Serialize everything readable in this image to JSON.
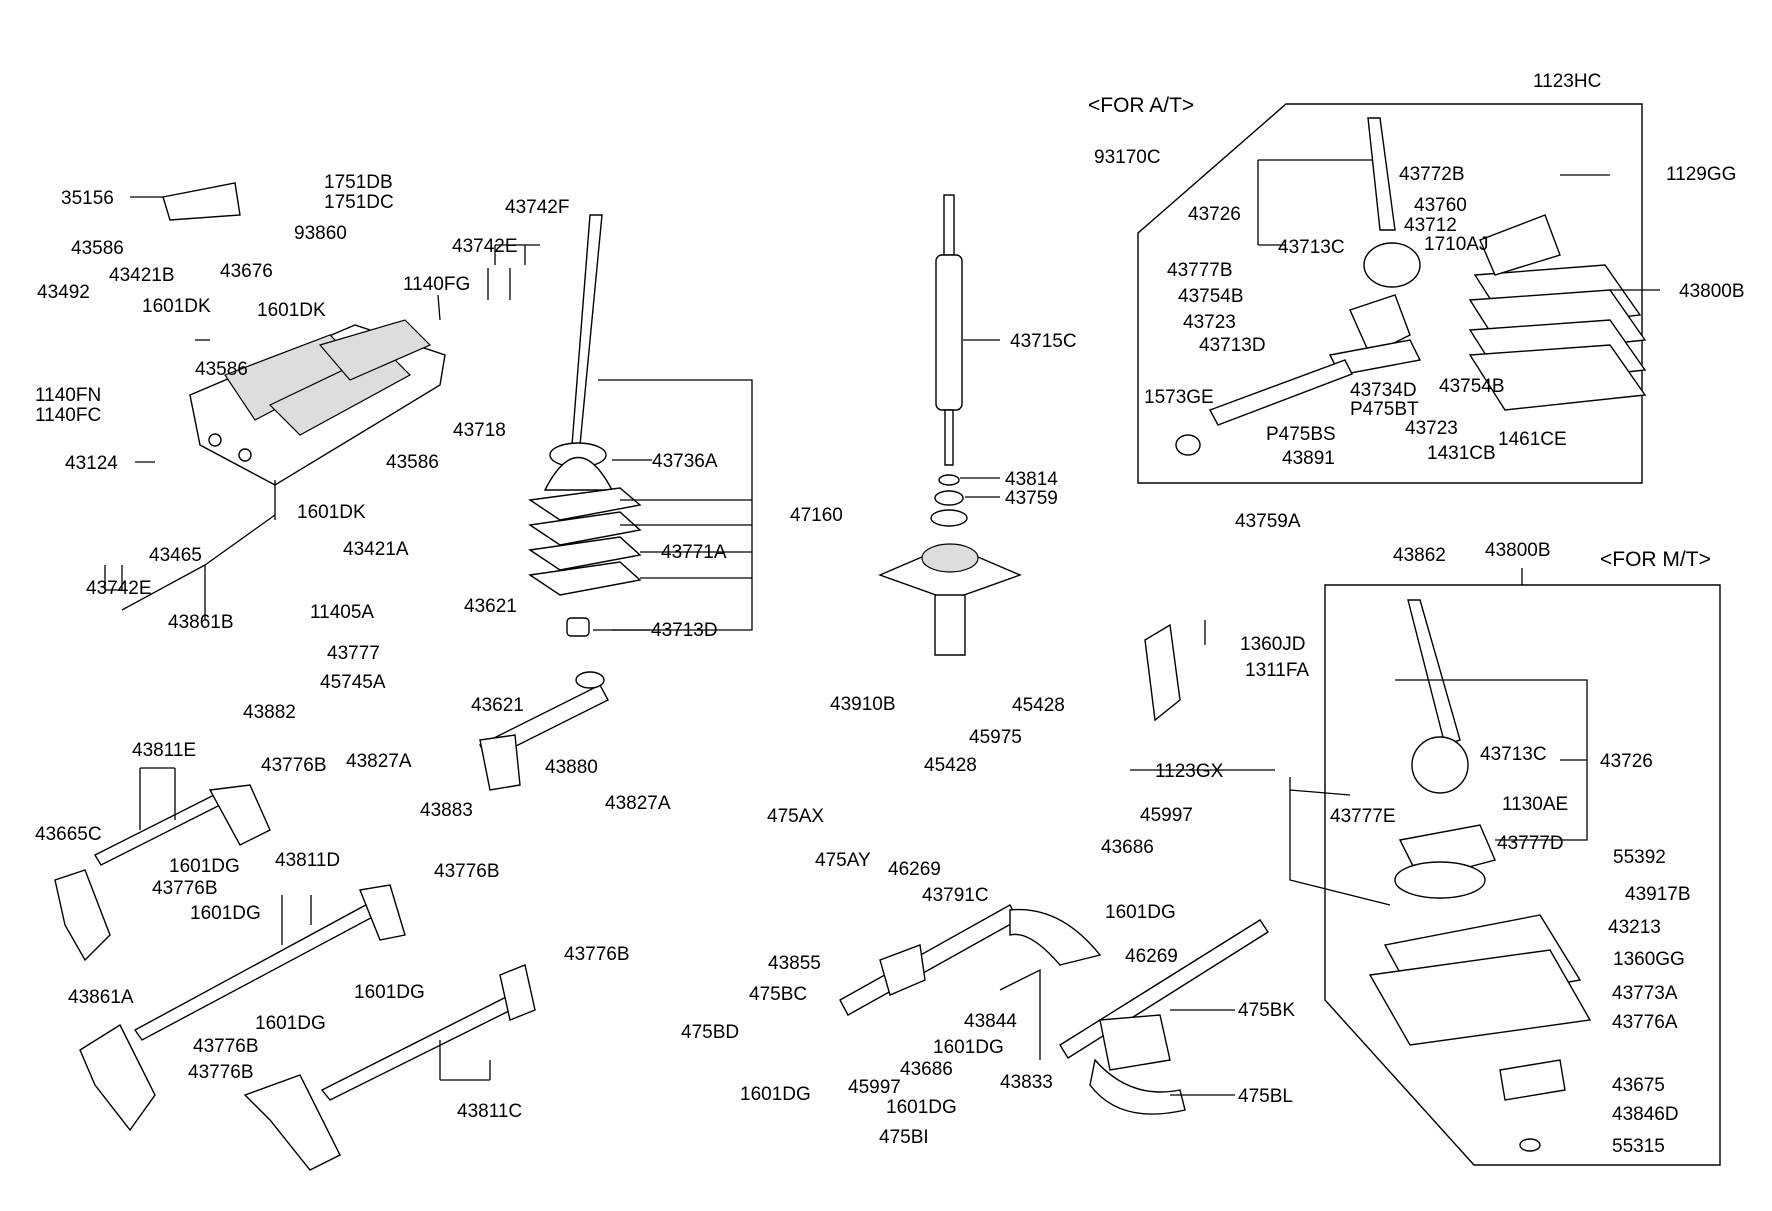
{
  "sections": {
    "at": "<FOR  A/T>",
    "mt": "<FOR M/T>"
  },
  "labels": [
    {
      "id": "l01",
      "text": "35156"
    },
    {
      "id": "l02",
      "text": "1751DB"
    },
    {
      "id": "l03",
      "text": "1751DC"
    },
    {
      "id": "l04",
      "text": "93860"
    },
    {
      "id": "l05",
      "text": "43742F"
    },
    {
      "id": "l06",
      "text": "43742E"
    },
    {
      "id": "l07",
      "text": "43586"
    },
    {
      "id": "l08",
      "text": "43421B"
    },
    {
      "id": "l09",
      "text": "43676"
    },
    {
      "id": "l10",
      "text": "43492"
    },
    {
      "id": "l11",
      "text": "1601DK"
    },
    {
      "id": "l12",
      "text": "1601DK"
    },
    {
      "id": "l13",
      "text": "1140FG"
    },
    {
      "id": "l14",
      "text": "43586"
    },
    {
      "id": "l15",
      "text": "1140FN"
    },
    {
      "id": "l16",
      "text": "1140FC"
    },
    {
      "id": "l17",
      "text": "43124"
    },
    {
      "id": "l18",
      "text": "43586"
    },
    {
      "id": "l19",
      "text": "1601DK"
    },
    {
      "id": "l20",
      "text": "43421A"
    },
    {
      "id": "l21",
      "text": "43465"
    },
    {
      "id": "l22",
      "text": "43742E"
    },
    {
      "id": "l23",
      "text": "43861B"
    },
    {
      "id": "l24",
      "text": "43718"
    },
    {
      "id": "l25",
      "text": "43736A"
    },
    {
      "id": "l26",
      "text": "47160"
    },
    {
      "id": "l27",
      "text": "43771A"
    },
    {
      "id": "l28",
      "text": "43713D"
    },
    {
      "id": "l29",
      "text": "11405A"
    },
    {
      "id": "l30",
      "text": "43621"
    },
    {
      "id": "l31",
      "text": "43777"
    },
    {
      "id": "l32",
      "text": "45745A"
    },
    {
      "id": "l33",
      "text": "43621"
    },
    {
      "id": "l34",
      "text": "43882"
    },
    {
      "id": "l35",
      "text": "43827A"
    },
    {
      "id": "l36",
      "text": "43880"
    },
    {
      "id": "l37",
      "text": "43883"
    },
    {
      "id": "l38",
      "text": "43827A"
    },
    {
      "id": "l39",
      "text": "43811E"
    },
    {
      "id": "l40",
      "text": "43776B"
    },
    {
      "id": "l41",
      "text": "43665C"
    },
    {
      "id": "l42",
      "text": "1601DG"
    },
    {
      "id": "l43",
      "text": "43776B"
    },
    {
      "id": "l44",
      "text": "43811D"
    },
    {
      "id": "l45",
      "text": "43776B"
    },
    {
      "id": "l46",
      "text": "1601DG"
    },
    {
      "id": "l47",
      "text": "43776B"
    },
    {
      "id": "l48",
      "text": "1601DG"
    },
    {
      "id": "l49",
      "text": "1601DG"
    },
    {
      "id": "l50",
      "text": "43861A"
    },
    {
      "id": "l51",
      "text": "43776B"
    },
    {
      "id": "l52",
      "text": "43776B"
    },
    {
      "id": "l53",
      "text": "43811C"
    },
    {
      "id": "l54",
      "text": "43715C"
    },
    {
      "id": "l55",
      "text": "43814"
    },
    {
      "id": "l56",
      "text": "43759"
    },
    {
      "id": "l57",
      "text": "43910B"
    },
    {
      "id": "l58",
      "text": "45428"
    },
    {
      "id": "l59",
      "text": "45975"
    },
    {
      "id": "l60",
      "text": "45428"
    },
    {
      "id": "l61",
      "text": "475AX"
    },
    {
      "id": "l62",
      "text": "475AY"
    },
    {
      "id": "l63",
      "text": "46269"
    },
    {
      "id": "l64",
      "text": "43791C"
    },
    {
      "id": "l65",
      "text": "1601DG"
    },
    {
      "id": "l66",
      "text": "46269"
    },
    {
      "id": "l67",
      "text": "43855"
    },
    {
      "id": "l68",
      "text": "475BC"
    },
    {
      "id": "l69",
      "text": "43844"
    },
    {
      "id": "l70",
      "text": "1601DG"
    },
    {
      "id": "l71",
      "text": "43686"
    },
    {
      "id": "l72",
      "text": "43833"
    },
    {
      "id": "l73",
      "text": "475BD"
    },
    {
      "id": "l74",
      "text": "45997"
    },
    {
      "id": "l75",
      "text": "1601DG"
    },
    {
      "id": "l76",
      "text": "1601DG"
    },
    {
      "id": "l77",
      "text": "475BI"
    },
    {
      "id": "l78",
      "text": "1123HC"
    },
    {
      "id": "l79",
      "text": "93170C"
    },
    {
      "id": "l80",
      "text": "43772B"
    },
    {
      "id": "l81",
      "text": "1129GG"
    },
    {
      "id": "l82",
      "text": "43726"
    },
    {
      "id": "l83",
      "text": "43760"
    },
    {
      "id": "l84",
      "text": "43712"
    },
    {
      "id": "l85",
      "text": "43713C"
    },
    {
      "id": "l86",
      "text": "1710AJ"
    },
    {
      "id": "l87",
      "text": "43777B"
    },
    {
      "id": "l88",
      "text": "43754B"
    },
    {
      "id": "l89",
      "text": "43800B"
    },
    {
      "id": "l90",
      "text": "43723"
    },
    {
      "id": "l91",
      "text": "43713D"
    },
    {
      "id": "l92",
      "text": "1573GE"
    },
    {
      "id": "l93",
      "text": "43734D"
    },
    {
      "id": "l94",
      "text": "P475BT"
    },
    {
      "id": "l95",
      "text": "43754B"
    },
    {
      "id": "l96",
      "text": "P475BS"
    },
    {
      "id": "l97",
      "text": "43723"
    },
    {
      "id": "l98",
      "text": "1461CE"
    },
    {
      "id": "l99",
      "text": "43891"
    },
    {
      "id": "l100",
      "text": "1431CB"
    },
    {
      "id": "l101",
      "text": "43759A"
    },
    {
      "id": "l102",
      "text": "43862"
    },
    {
      "id": "l103",
      "text": "43800B"
    },
    {
      "id": "l104",
      "text": "1360JD"
    },
    {
      "id": "l105",
      "text": "1311FA"
    },
    {
      "id": "l106",
      "text": "1123GX"
    },
    {
      "id": "l107",
      "text": "45997"
    },
    {
      "id": "l108",
      "text": "43686"
    },
    {
      "id": "l109",
      "text": "43713C"
    },
    {
      "id": "l110",
      "text": "43726"
    },
    {
      "id": "l111",
      "text": "43777E"
    },
    {
      "id": "l112",
      "text": "1130AE"
    },
    {
      "id": "l113",
      "text": "43777D"
    },
    {
      "id": "l114",
      "text": "55392"
    },
    {
      "id": "l115",
      "text": "43917B"
    },
    {
      "id": "l116",
      "text": "43213"
    },
    {
      "id": "l117",
      "text": "1360GG"
    },
    {
      "id": "l118",
      "text": "43773A"
    },
    {
      "id": "l119",
      "text": "43776A"
    },
    {
      "id": "l120",
      "text": "43675"
    },
    {
      "id": "l121",
      "text": "43846D"
    },
    {
      "id": "l122",
      "text": "55315"
    },
    {
      "id": "l123",
      "text": "475BK"
    },
    {
      "id": "l124",
      "text": "475BL"
    }
  ]
}
